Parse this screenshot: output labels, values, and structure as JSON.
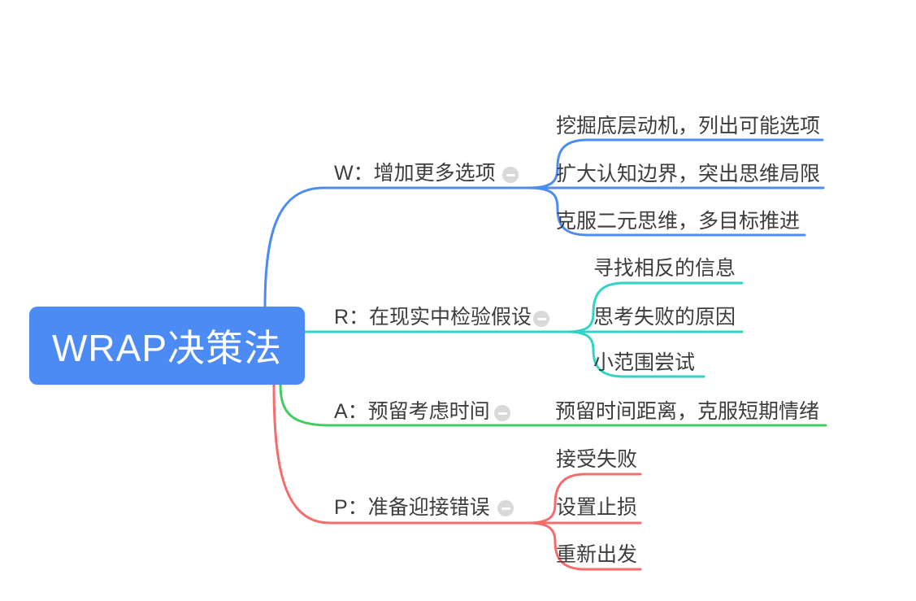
{
  "root": {
    "label": "WRAP决策法",
    "color": "#4C8BF4",
    "text_color": "#FFFFFF"
  },
  "branches": [
    {
      "label": "W：增加更多选项",
      "color": "#4C8BF4",
      "collapse_icon": "minus-circle",
      "children": [
        "挖掘底层动机，列出可能选项",
        "扩大认知边界，突出思维局限",
        "克服二元思维，多目标推进"
      ]
    },
    {
      "label": "R：在现实中检验假设",
      "color": "#2ED5C5",
      "collapse_icon": "minus-circle",
      "children": [
        "寻找相反的信息",
        "思考失败的原因",
        "小范围尝试"
      ]
    },
    {
      "label": "A：预留考虑时间",
      "color": "#41CD61",
      "collapse_icon": "minus-circle",
      "children": [
        "预留时间距离，克服短期情绪"
      ]
    },
    {
      "label": "P：准备迎接错误",
      "color": "#F56C6C",
      "collapse_icon": "minus-circle",
      "children": [
        "接受失败",
        "设置止损",
        "重新出发"
      ]
    }
  ],
  "ui": {
    "canvas_background": "#FFFFFF",
    "topic_text_color": "#3D3D3D",
    "collapse_icon_color": "#D9D9D9",
    "collapse_icon_glyph_color": "#FFFFFF"
  }
}
